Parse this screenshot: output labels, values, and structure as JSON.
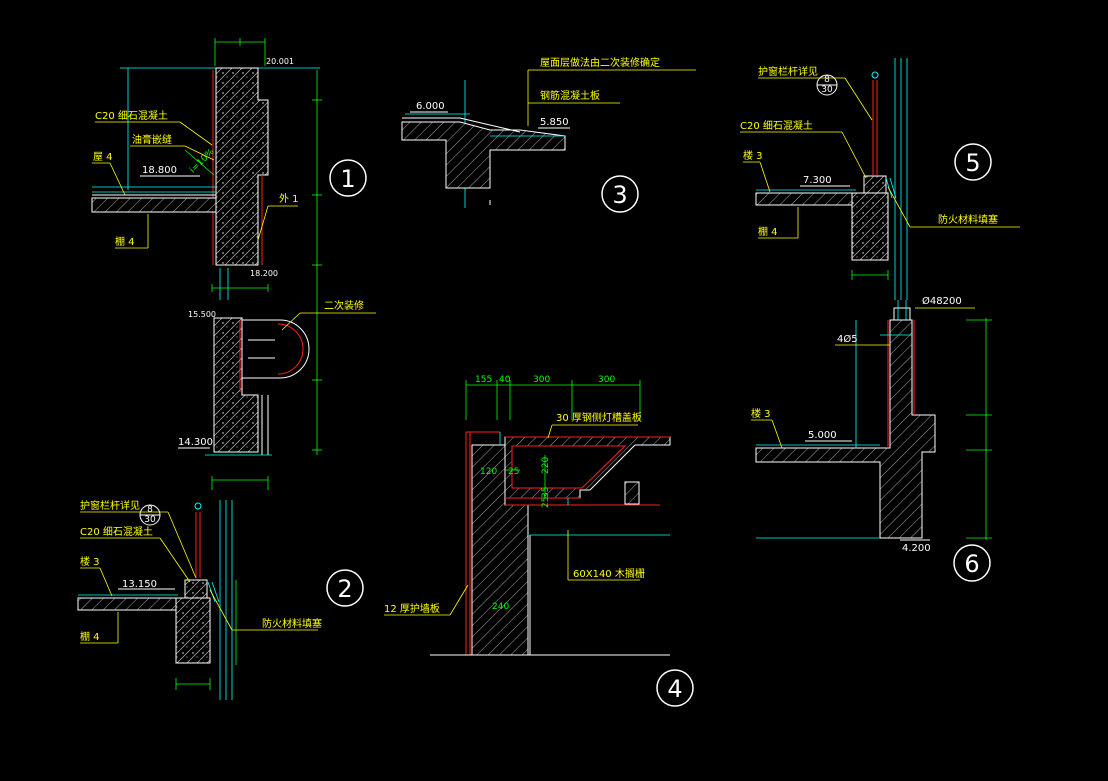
{
  "detail_numbers": [
    "1",
    "2",
    "3",
    "4",
    "5",
    "6"
  ],
  "detail1": {
    "label_c20": "C20 细石混凝土",
    "label_seal": "油膏嵌缝",
    "label_roof": "屋 4",
    "label_ceiling": "棚 4",
    "label_ext": "外 1",
    "label_slope": "i=10%",
    "elev_top": "20.001",
    "elev_roof": "18.800",
    "elev_bottom": "18.200",
    "elev_mid": "15.500",
    "elev_low": "14.300",
    "label_decor": "二次装修"
  },
  "detail2": {
    "label_rail": "护窗栏杆详见",
    "label_c20": "C20 细石混凝土",
    "label_floor": "楼 3",
    "label_ceiling": "棚 4",
    "label_fire": "防火材料填塞",
    "elev": "13.150",
    "ref_top": "8",
    "ref_bottom": "30"
  },
  "detail3": {
    "label_decor": "屋面层做法由二次装修确定",
    "label_concrete": "钢筋混凝土板",
    "elev_left": "6.000",
    "elev_right": "5.850"
  },
  "detail4": {
    "dims_top": [
      "155",
      "40",
      "300",
      "300"
    ],
    "label_plate": "30 厚钢侧灯槽盖板",
    "label_wood": "60X140 木搁栅",
    "label_board": "12 厚护墙板",
    "dims_inner": [
      "120",
      "25",
      "220",
      "35",
      "25"
    ],
    "dim_bottom": "240"
  },
  "detail5": {
    "label_rail": "护窗栏杆详见",
    "label_c20": "C20 细石混凝土",
    "label_floor": "楼 3",
    "label_ceiling": "棚 4",
    "label_fire": "防火材料填塞",
    "elev": "7.300",
    "ref_top": "8",
    "ref_bottom": "30"
  },
  "detail6": {
    "label_pipe": "Ø48200",
    "label_rebar": "4Ø5",
    "label_floor": "楼 3",
    "elev": "5.000",
    "elev_low": "4.200"
  },
  "colors": {
    "background": "#000000",
    "text_yellow": "#ffff00",
    "dim_green": "#00ff00",
    "line_cyan": "#00ffff",
    "line_red": "#ff2020",
    "outline_white": "#ffffff"
  }
}
